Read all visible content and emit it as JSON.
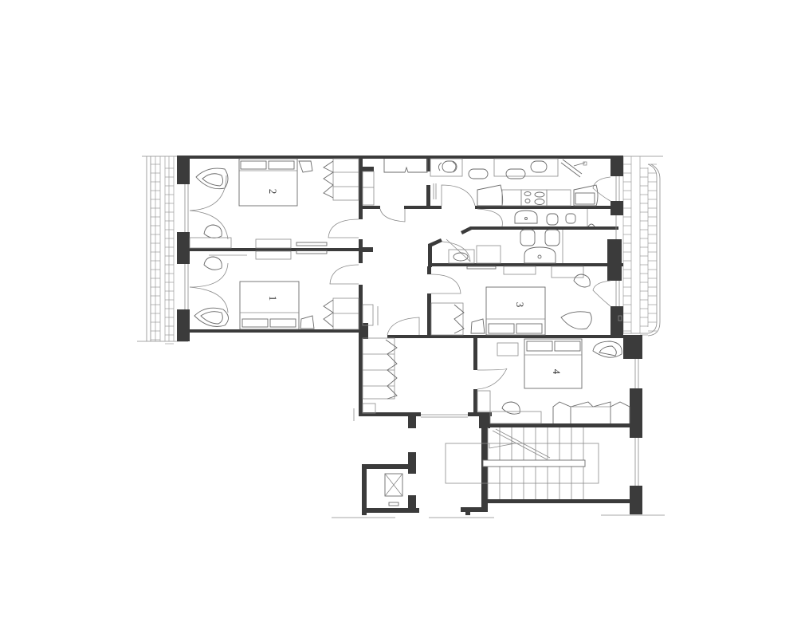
{
  "drawing": {
    "type": "architectural floor plan",
    "background": "#ffffff",
    "wall_color": "#3b3b3b",
    "line_color": "#8a8a8a"
  },
  "rooms": [
    {
      "id": "bedroom-2",
      "label": "2",
      "rotation": 90
    },
    {
      "id": "bedroom-1",
      "label": "1",
      "rotation": 90
    },
    {
      "id": "bedroom-3",
      "label": "3",
      "rotation": 90
    },
    {
      "id": "bedroom-4",
      "label": "4",
      "rotation": 90
    }
  ],
  "spaces": [
    "kitchen-dining",
    "bathroom-upper",
    "bathroom-lower",
    "closet",
    "central-hallway",
    "entry-hall",
    "staircase",
    "elevator",
    "left-balcony",
    "right-balcony"
  ]
}
